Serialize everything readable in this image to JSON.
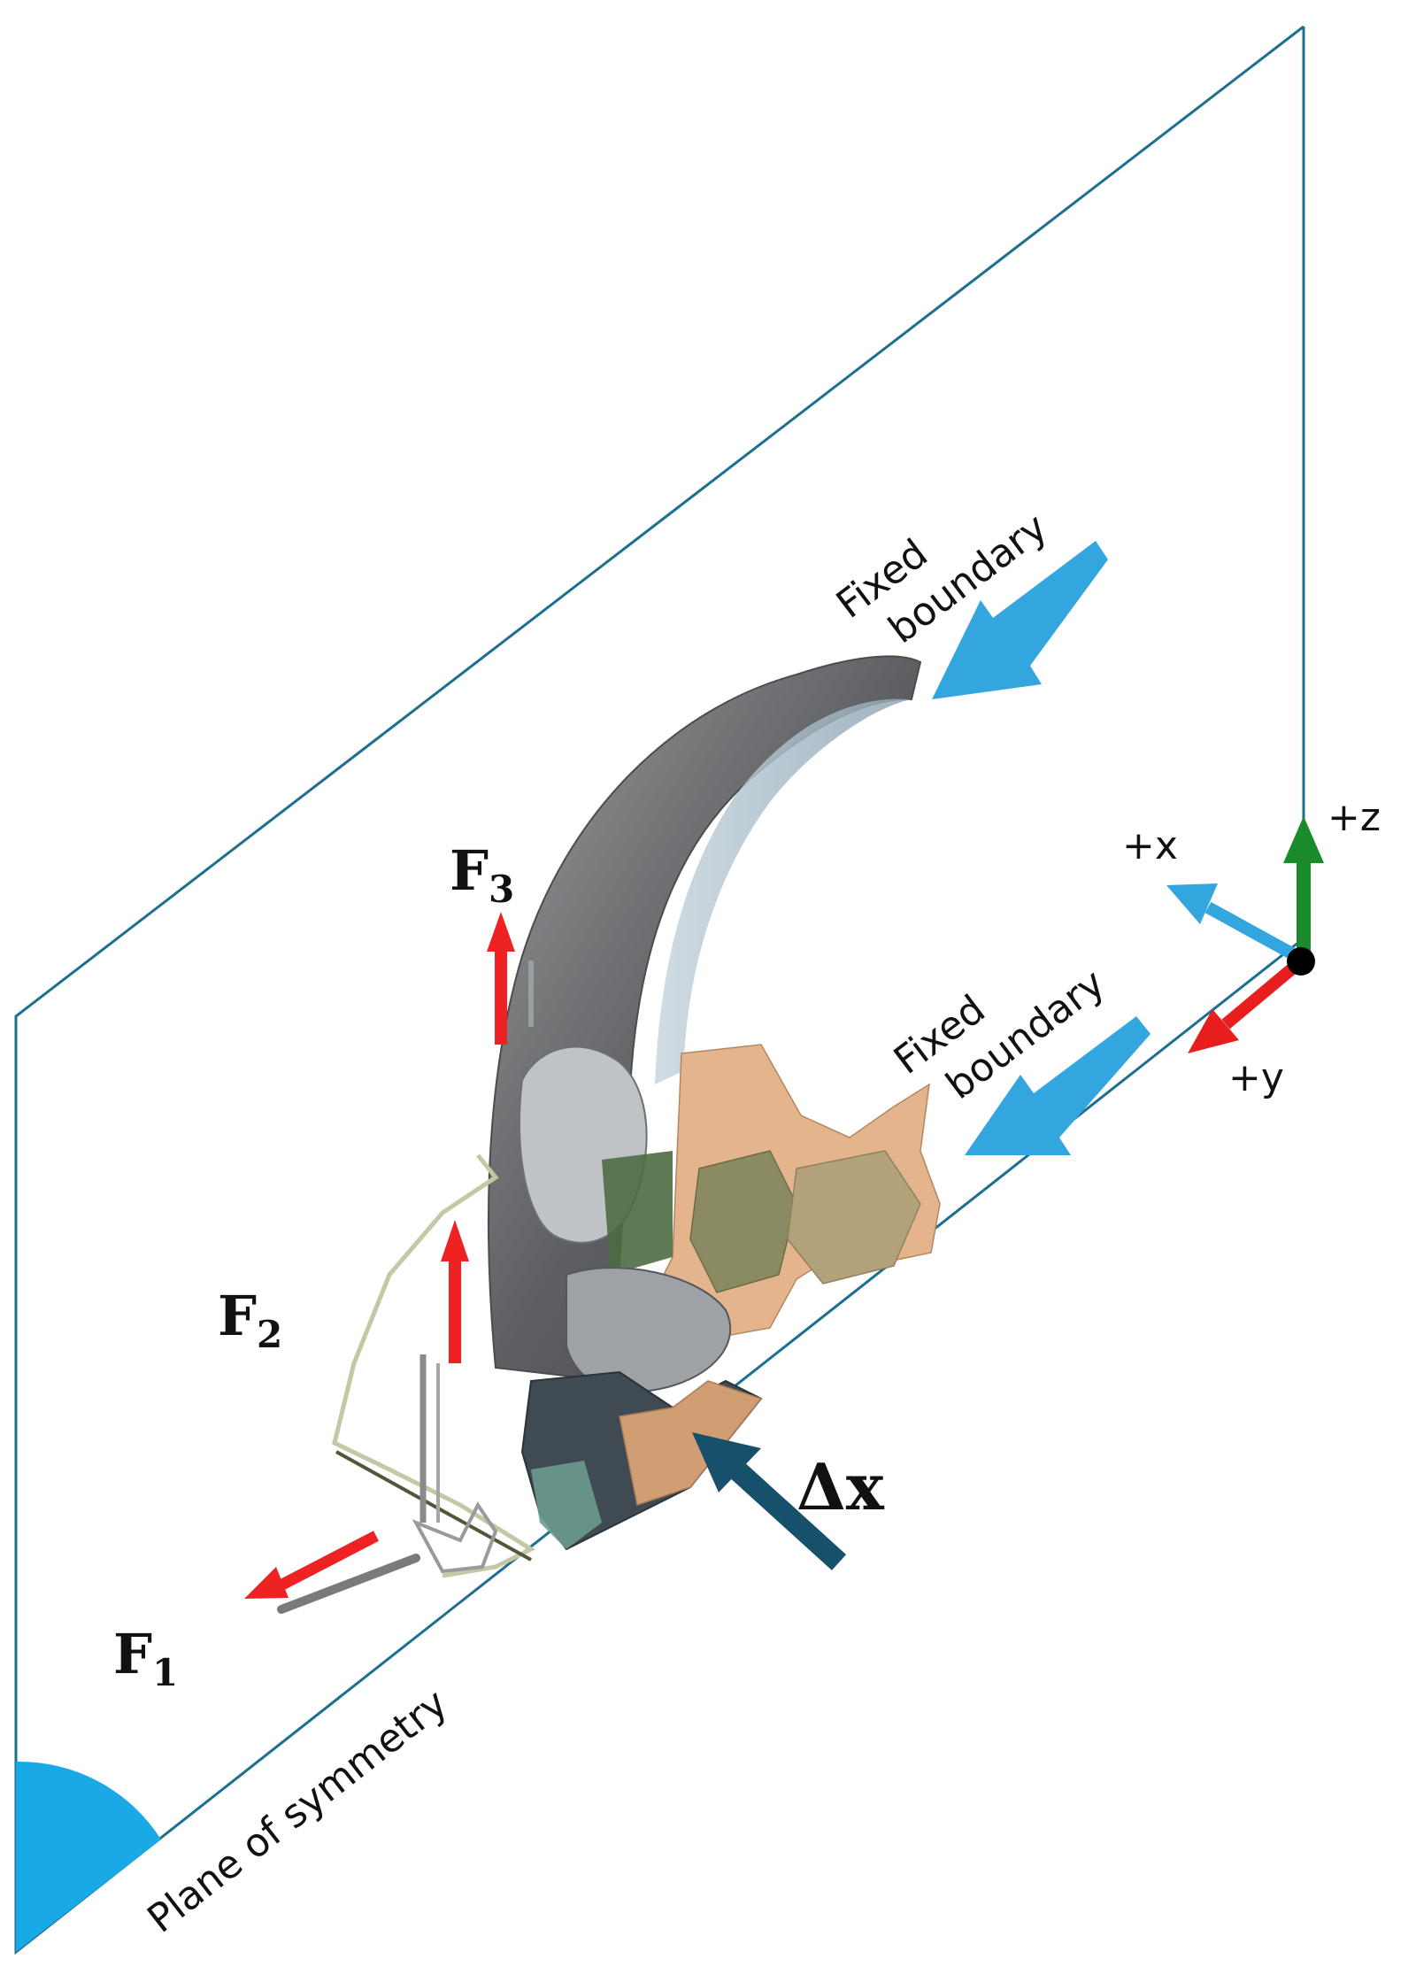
{
  "labels": {
    "fixed_boundary_top": {
      "line1": "Fixed",
      "line2": "boundary"
    },
    "fixed_boundary_bottom": {
      "line1": "Fixed",
      "line2": "boundary"
    },
    "plane_of_symmetry": "Plane of symmetry",
    "delta_x": "Δx",
    "forces": [
      {
        "base": "F",
        "sub": "1"
      },
      {
        "base": "F",
        "sub": "2"
      },
      {
        "base": "F",
        "sub": "3"
      }
    ],
    "axes": {
      "x": "+x",
      "y": "+y",
      "z": "+z"
    }
  },
  "colors": {
    "plane": "#1d6f8f",
    "force_arrow": "#ee2222",
    "boundary_arrow": "#33a6df",
    "delta_arrow": "#17506b",
    "axis_x": "#33a6df",
    "axis_y": "#e81e1e",
    "axis_z": "#1a8a2a",
    "corner_angle": "#19a9e6"
  }
}
